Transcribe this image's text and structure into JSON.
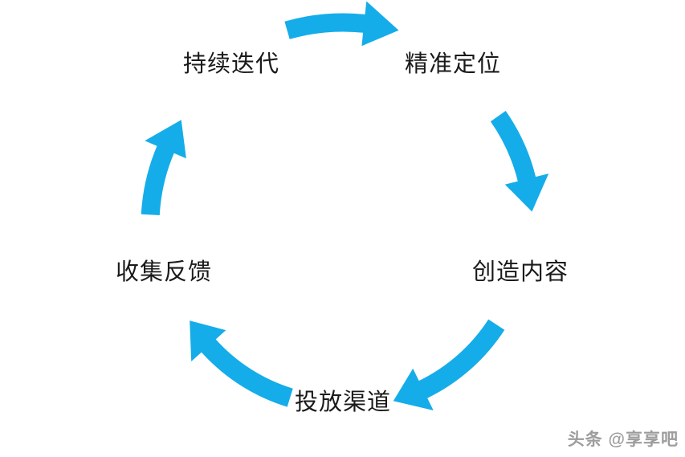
{
  "diagram": {
    "type": "cycle",
    "arrow_color": "#14ade9",
    "text_color": "#1a1a1a",
    "nodes": [
      {
        "id": "continuous-iteration",
        "label": "持续迭代"
      },
      {
        "id": "precise-positioning",
        "label": "精准定位"
      },
      {
        "id": "create-content",
        "label": "创造内容"
      },
      {
        "id": "distribution-channels",
        "label": "投放渠道"
      },
      {
        "id": "collect-feedback",
        "label": "收集反馈"
      }
    ],
    "edges": [
      {
        "from": "持续迭代",
        "to": "精准定位"
      },
      {
        "from": "精准定位",
        "to": "创造内容"
      },
      {
        "from": "创造内容",
        "to": "投放渠道"
      },
      {
        "from": "投放渠道",
        "to": "收集反馈"
      },
      {
        "from": "收集反馈",
        "to": "持续迭代"
      }
    ]
  },
  "watermark": {
    "text": "头条 @享享吧",
    "color": "#9d9d9d"
  }
}
